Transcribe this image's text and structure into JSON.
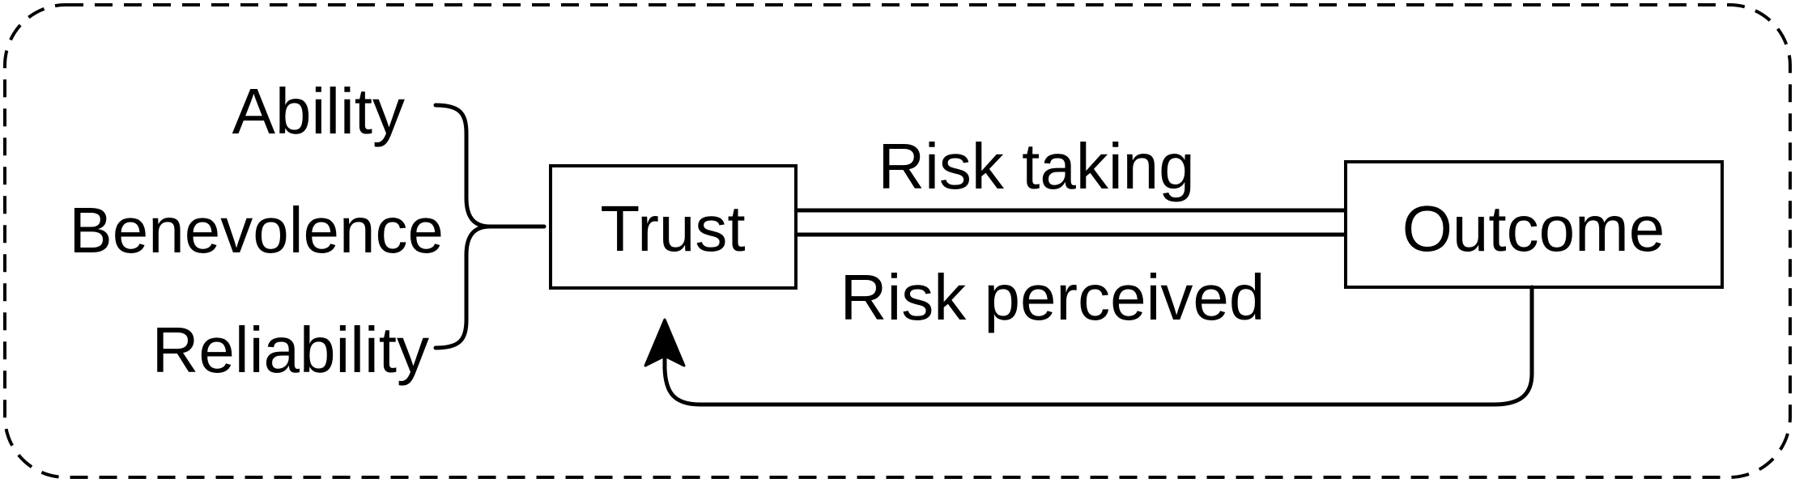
{
  "factors": {
    "ability": "Ability",
    "benevolence": "Benevolence",
    "reliability": "Reliability"
  },
  "nodes": {
    "trust": "Trust",
    "outcome": "Outcome"
  },
  "edges": {
    "risk_taking": "Risk taking",
    "risk_perceived": "Risk perceived"
  }
}
